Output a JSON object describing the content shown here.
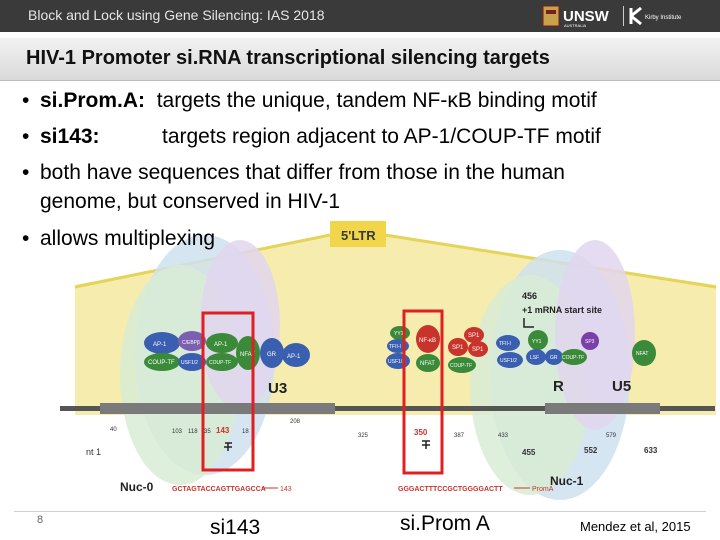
{
  "header": {
    "title": "Block and Lock using Gene Silencing: IAS 2018",
    "logo_text": "UNSW",
    "logo_sub": "AUSTRALIA",
    "logo2_text": "Kirby Institute"
  },
  "slide": {
    "title": "HIV-1 Promoter si.RNA transcriptional silencing targets",
    "bullets": [
      {
        "label": "si.Prom.A:",
        "text": "targets the unique, tandem NF-κB binding motif"
      },
      {
        "label": "si143:",
        "text": "targets region adjacent to AP-1/COUP-TF motif"
      },
      {
        "text1": "both have sequences that differ from those in the human",
        "text2": "genome, but conserved in HIV-1"
      },
      {
        "text": "allows multiplexing"
      }
    ]
  },
  "diagram": {
    "ltr_label": "5'LTR",
    "start_site_num": "456",
    "start_site_text": "+1 mRNA start site",
    "region_u3": "U3",
    "region_r": "R",
    "region_u5": "U5",
    "nuc0": "Nuc-0",
    "nuc1": "Nuc-1",
    "nt_label": "nt 1",
    "positions": [
      "40",
      "103",
      "118",
      "35",
      "143",
      "18",
      "208",
      "325",
      "350",
      "387",
      "433",
      "455",
      "552",
      "579",
      "633"
    ],
    "factors": {
      "ap1a": "AP-1",
      "coupa": "COUP-TF",
      "ctfb": "C/EBPβ",
      "ap1b": "AP-1",
      "usfa": "USF1/2",
      "coupb": "COUP-TF",
      "nfat_a": "NFAT",
      "gr": "GR",
      "ap1c": "AP-1",
      "yy1a": "YY1",
      "tfiia": "TFII-I",
      "usfb": "USF1/2",
      "nfkb": "NF-κB",
      "nfat_b": "NFAT",
      "sp1a": "SP1",
      "sp1b": "SP1",
      "sp1c": "SP1",
      "coupc": "COUP-TF",
      "tfiib": "TFII-I",
      "usfc": "USF1/2",
      "yy1b": "YY1",
      "lsf": "LSF",
      "gr2": "GR",
      "coupd": "COUP-TF",
      "sp3": "SP3",
      "nfat_c": "NFAT"
    },
    "seq_143": "GCTAGTACCAGTTGAGCCA",
    "seq_143_tag": "143",
    "seq_prom_a": "GGGACTTTCCGCTGGGGACTT",
    "seq_prom_a_tag": "PromA"
  },
  "footer": {
    "page_number": "8",
    "label_si143": "si143",
    "label_siprom": "si.Prom A",
    "citation": "Mendez et al, 2015"
  },
  "colors": {
    "topbar": "#3a3a3a",
    "highlight": "#e02020",
    "ltr_yellow": "#f3e9a0",
    "box_purple": "#5a3a8a",
    "blue_factor": "#3b5fb0",
    "green_factor": "#3a8a3a",
    "red_factor": "#c8342c"
  }
}
